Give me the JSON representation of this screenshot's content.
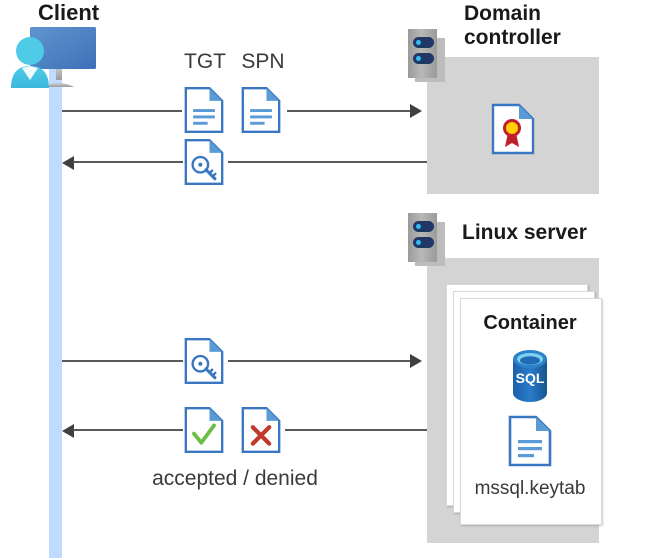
{
  "diagram": {
    "title_alt": "Kerberos authentication flow between client, domain controller and Linux server container",
    "colors": {
      "lifeline": "#bfdbff",
      "zone_gray": "#d4d4d4",
      "line": "#595959",
      "doc_blue": "#3a77c2",
      "doc_fold_blue": "#5b9bd5",
      "sql_blue": "#1f6bb5",
      "accept_green": "#6cbf45",
      "deny_red": "#c0392b",
      "cert_red": "#c0202a",
      "cert_gold": "#ffd100",
      "rack_navy": "#1f3864",
      "rack_dot": "#35bdf2",
      "person_cyan": "#41c6e8",
      "monitor_blue": "#4a86c8"
    },
    "actors": {
      "client": {
        "label": "Client",
        "icon": "user-computer-icon"
      },
      "domain_controller": {
        "label_line1": "Domain",
        "label_line2": "controller",
        "icon": "server-rack-icon",
        "contents": [
          {
            "name": "certificate-icon",
            "label": ""
          }
        ]
      },
      "linux_server": {
        "label": "Linux server",
        "icon": "server-rack-icon",
        "container": {
          "label": "Container",
          "stack_count": 3,
          "items": [
            {
              "name": "sql-database-icon",
              "label": "SQL"
            },
            {
              "name": "keytab-file-icon",
              "label": "mssql.keytab"
            }
          ]
        }
      }
    },
    "messages": [
      {
        "id": "msg-1",
        "direction": "right",
        "from": "client",
        "to": "domain_controller",
        "icons": [
          {
            "name": "tgt-document-icon",
            "label": "TGT"
          },
          {
            "name": "spn-document-icon",
            "label": "SPN"
          }
        ]
      },
      {
        "id": "msg-2",
        "direction": "left",
        "from": "domain_controller",
        "to": "client",
        "icons": [
          {
            "name": "service-ticket-key-icon",
            "label": ""
          }
        ]
      },
      {
        "id": "msg-3",
        "direction": "right",
        "from": "client",
        "to": "linux_server",
        "icons": [
          {
            "name": "service-ticket-key-icon",
            "label": ""
          }
        ]
      },
      {
        "id": "msg-4",
        "direction": "left",
        "from": "linux_server",
        "to": "client",
        "caption": "accepted / denied",
        "icons": [
          {
            "name": "accepted-document-icon",
            "label": ""
          },
          {
            "name": "denied-document-icon",
            "label": ""
          }
        ]
      }
    ]
  }
}
